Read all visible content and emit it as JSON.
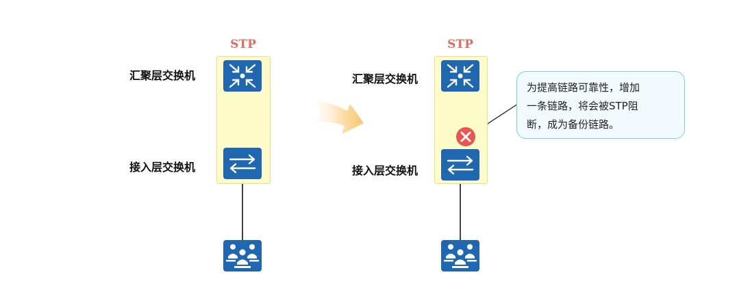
{
  "left_panel": {
    "stp_label": "STP",
    "aggregation_label": "汇聚层交换机",
    "access_label": "接入层交换机"
  },
  "right_panel": {
    "stp_label": "STP",
    "aggregation_label": "汇聚层交换机",
    "access_label": "接入层交换机"
  },
  "callout": {
    "lines": [
      "为提高链路可靠性，增加",
      "一条链路，将会被STP阻",
      "断，成为备份链路。"
    ]
  },
  "icons": {
    "aggregation_switch": "l3-switch-icon",
    "access_switch": "l2-switch-icon",
    "users": "user-group-icon",
    "blocked": "blocked-link-icon",
    "arrow": "transition-arrow-icon"
  },
  "colors": {
    "stp_label": "#e06b5e",
    "device": "#1f67b1",
    "stp_box_fill": "#fefcc9",
    "stp_box_border": "#f1dc87",
    "callout_border": "#7ccbeb",
    "blocked": "#e8564f"
  }
}
